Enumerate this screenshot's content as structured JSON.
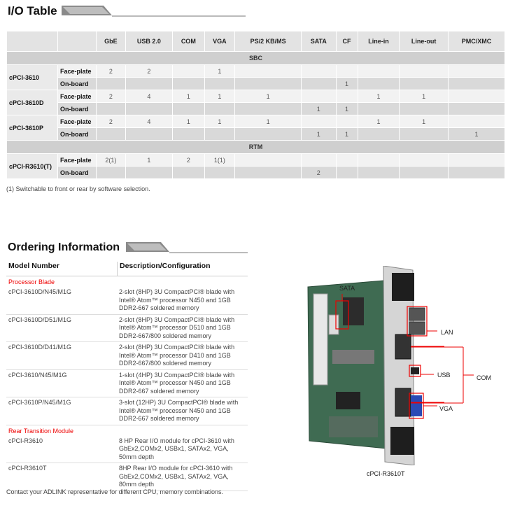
{
  "io_table": {
    "title": "I/O Table",
    "columns": [
      "GbE",
      "USB 2.0",
      "COM",
      "VGA",
      "PS/2 KB/MS",
      "SATA",
      "CF",
      "Line-in",
      "Line-out",
      "PMC/XMC"
    ],
    "sections": [
      {
        "name": "SBC",
        "models": [
          {
            "model": "cPCI-3610",
            "rows": [
              {
                "label": "Face-plate",
                "values": [
                  "2",
                  "2",
                  "",
                  "1",
                  "",
                  "",
                  "",
                  "",
                  "",
                  ""
                ]
              },
              {
                "label": "On-board",
                "values": [
                  "",
                  "",
                  "",
                  "",
                  "",
                  "",
                  "1",
                  "",
                  "",
                  ""
                ]
              }
            ]
          },
          {
            "model": "cPCI-3610D",
            "rows": [
              {
                "label": "Face-plate",
                "values": [
                  "2",
                  "4",
                  "1",
                  "1",
                  "1",
                  "",
                  "",
                  "1",
                  "1",
                  ""
                ]
              },
              {
                "label": "On-board",
                "values": [
                  "",
                  "",
                  "",
                  "",
                  "",
                  "1",
                  "1",
                  "",
                  "",
                  ""
                ]
              }
            ]
          },
          {
            "model": "cPCI-3610P",
            "rows": [
              {
                "label": "Face-plate",
                "values": [
                  "2",
                  "4",
                  "1",
                  "1",
                  "1",
                  "",
                  "",
                  "1",
                  "1",
                  ""
                ]
              },
              {
                "label": "On-board",
                "values": [
                  "",
                  "",
                  "",
                  "",
                  "",
                  "1",
                  "1",
                  "",
                  "",
                  "1"
                ]
              }
            ]
          }
        ]
      },
      {
        "name": "RTM",
        "models": [
          {
            "model": "cPCI-R3610(T)",
            "rows": [
              {
                "label": "Face-plate",
                "values": [
                  "2(1)",
                  "1",
                  "2",
                  "1(1)",
                  "",
                  "",
                  "",
                  "",
                  "",
                  ""
                ]
              },
              {
                "label": "On-board",
                "values": [
                  "",
                  "",
                  "",
                  "",
                  "",
                  "2",
                  "",
                  "",
                  "",
                  ""
                ]
              }
            ]
          }
        ]
      }
    ],
    "footnote": "(1) Switchable to front or rear by software selection."
  },
  "ordering": {
    "title": "Ordering Information",
    "col_model": "Model Number",
    "col_desc": "Description/Configuration",
    "categories": [
      {
        "name": "Processor Blade",
        "items": [
          {
            "model": "cPCI-3610D/N45/M1G",
            "desc": "2-slot (8HP) 3U CompactPCI® blade with\nIntel® Atom™ processor N450 and 1GB\nDDR2-667 soldered memory"
          },
          {
            "model": "cPCI-3610D/D51/M1G",
            "desc": "2-slot (8HP) 3U CompactPCI® blade with\nIntel® Atom™ processor D510 and 1GB\nDDR2-667/800 soldered memory"
          },
          {
            "model": "cPCI-3610D/D41/M1G",
            "desc": "2-slot (8HP) 3U CompactPCI® blade with\nIntel® Atom™ processor D410 and 1GB\nDDR2-667/800 soldered memory"
          },
          {
            "model": "cPCI-3610/N45/M1G",
            "desc": "1-slot (4HP) 3U CompactPCI® blade with\nIntel® Atom™ processor N450 and 1GB\nDDR2-667 soldered memory"
          },
          {
            "model": "cPCI-3610P/N45/M1G",
            "desc": "3-slot (12HP) 3U CompactPCI® blade with\nIntel® Atom™ processor N450 and 1GB\nDDR2-667 soldered memory"
          }
        ]
      },
      {
        "name": "Rear Transition Module",
        "items": [
          {
            "model": "cPCI-R3610",
            "desc": "8 HP Rear I/O module for cPCI-3610 with\nGbEx2,COMx2, USBx1, SATAx2, VGA,\n50mm depth"
          },
          {
            "model": "cPCI-R3610T",
            "desc": "8HP Rear I/O module for cPCI-3610 with\nGbEx2,COMx2, USBx1, SATAx2, VGA,\n80mm depth"
          }
        ]
      }
    ],
    "footer": "Contact your ADLINK representative for different CPU, memory combinations."
  },
  "board_figure": {
    "caption": "cPCI-R3610T",
    "labels": {
      "sata": "SATA",
      "lan": "LAN",
      "usb": "USB",
      "com": "COM",
      "vga": "VGA"
    }
  }
}
